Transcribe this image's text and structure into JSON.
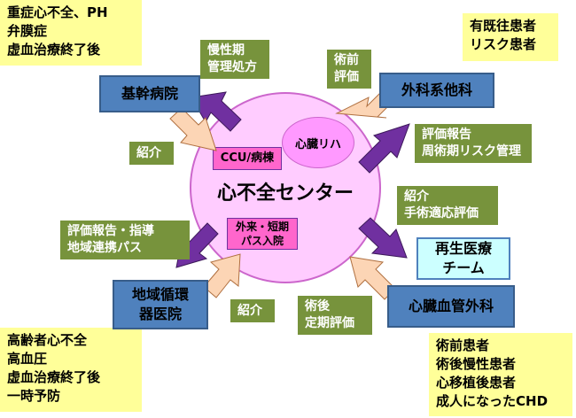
{
  "center": {
    "title": "心不全センター",
    "rehab": "心臓リハ",
    "ccu": "CCU/病棟",
    "outpatient": [
      "外来・短期",
      "パス入院"
    ]
  },
  "institutions": {
    "core_hospital": "基幹病院",
    "surgery_other": "外科系他科",
    "regional_clinic": [
      "地域循環",
      "器医院"
    ],
    "regen_team": [
      "再生医療",
      "チーム"
    ],
    "cv_surgery": "心臓血管外科"
  },
  "labels": {
    "chronic_mgmt": [
      "慢性期",
      "管理処方"
    ],
    "preop_eval": [
      "術前",
      "評価"
    ],
    "referral_1": "紹介",
    "eval_report": [
      "評価報告",
      "周術期リスク管理"
    ],
    "referral_surgery": [
      "紹介",
      "手術適応評価"
    ],
    "eval_guidance": [
      "評価報告・指導",
      "地域連携パス"
    ],
    "referral_2": "紹介",
    "postop_eval": [
      "術後",
      "定期評価"
    ]
  },
  "notes": {
    "top_left": [
      "重症心不全、PH",
      "弁膜症",
      "虚血治療終了後"
    ],
    "top_right": [
      "有既往患者",
      "リスク患者"
    ],
    "bottom_left": [
      "高齢者心不全",
      "高血圧",
      "虚血治療終了後",
      "一時予防"
    ],
    "bottom_right": [
      "術前患者",
      "術後慢性患者",
      "心移植後患者",
      "成人になったCHD"
    ]
  },
  "colors": {
    "arrow_purple": "#7030a0",
    "arrow_orange": "#fcd5b5",
    "label_green": "#77933c",
    "note_yellow": "#ffff99",
    "box_blue": "#4f81bd",
    "circle_pink": "#ffccff"
  }
}
